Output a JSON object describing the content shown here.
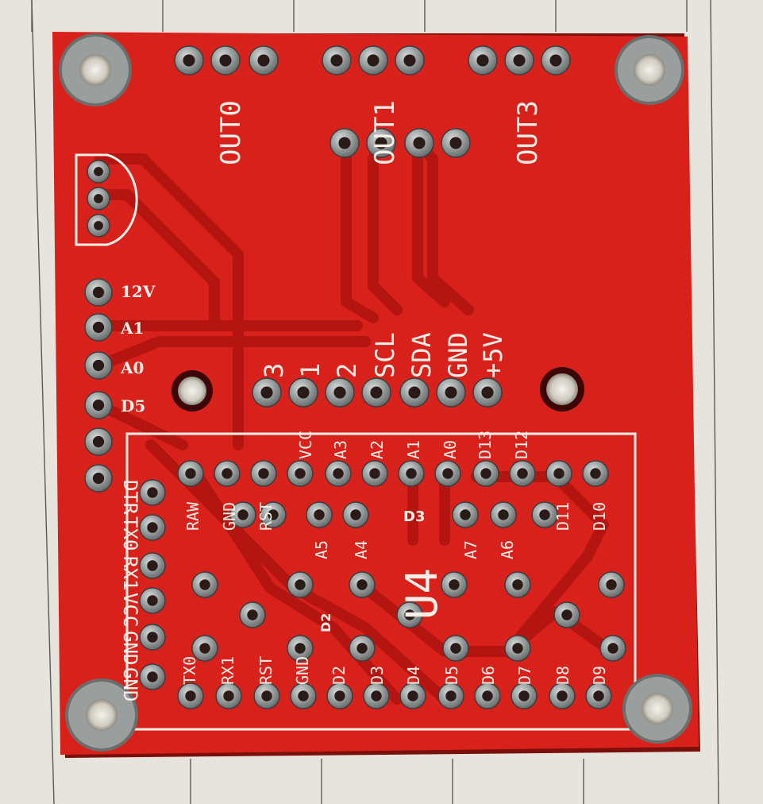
{
  "photo": {
    "board_color": "#d9211c",
    "trace_color": "#b81612",
    "silk_color": "#f6efe8",
    "pad_color": "#9aa0a0",
    "paper_color": "#e6e4dc"
  },
  "labels": {
    "out0": "OUT0",
    "out1": "OUT1",
    "out3": "OUT3",
    "v12": "12V",
    "a1": "A1",
    "a0": "A0",
    "d5": "D5",
    "h3": "3",
    "h1": "1",
    "h2": "2",
    "scl": "SCL",
    "sda": "SDA",
    "gnd_hdr": "GND",
    "plus5v": "+5V",
    "dtr": "DTR",
    "tx0": "TX0",
    "rx1": "RX1",
    "vcc_left": "VCC",
    "gnd1": "GND",
    "gnd2": "GND",
    "vcc_top": "VCC",
    "a3": "A3",
    "a2": "A2",
    "a1t": "A1",
    "a0t": "A0",
    "d13": "D13",
    "d12": "D12",
    "raw": "RAW",
    "gnd_top": "GND",
    "rst_top": "RST",
    "a5": "A5",
    "a4": "A4",
    "a7": "A7",
    "a6": "A6",
    "d3": "D3",
    "d11": "D11",
    "d10": "D10",
    "u4": "U4",
    "d2": "D2",
    "tx0b": "TX0",
    "rx1b": "RX1",
    "rstb": "RST",
    "gndb": "GND",
    "d2b": "D2",
    "d3b": "D3",
    "d4b": "D4",
    "d5b": "D5",
    "d6b": "D6",
    "d7b": "D7",
    "d8b": "D8",
    "d9b": "D9"
  }
}
